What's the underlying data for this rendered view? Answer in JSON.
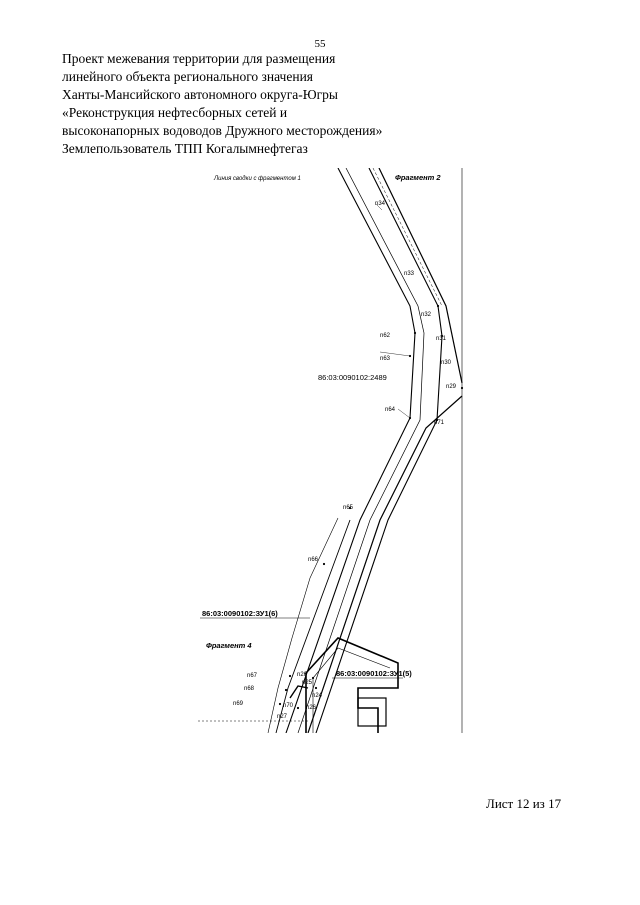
{
  "page_number": "55",
  "title_lines": [
    "Проект межевания территории для размещения",
    "линейного объекта регионального значения",
    "Ханты-Мансийского автономного округа-Югры",
    "«Реконструкция нефтесборных сетей и",
    "высоконапорных водоводов Дружного месторождения»",
    "Землепользователь ТПП Когалымнефтегаз"
  ],
  "map": {
    "junction_label": "Линия сводки с фрагментом 1",
    "fragment_2": "Фрагмент 2",
    "fragment_4": "Фрагмент 4",
    "parcel_main": "86:03:0090102:2489",
    "parcel_zu6": "86:03:0090102:ЗУ1(6)",
    "parcel_zu5": "86:03:0090102:ЗУ1(5)",
    "points": {
      "n34": "n34",
      "n33": "n33",
      "n32": "n32",
      "n31": "n31",
      "n30": "n30",
      "n29": "n29",
      "n71": "n71",
      "n62": "n62",
      "n63": "n63",
      "n64": "n64",
      "n65": "n65",
      "n66": "n66",
      "n67": "n67",
      "n68": "n68",
      "n69": "n69",
      "n70": "n70",
      "n26a": "n26",
      "n25": "n25",
      "n24": "n24",
      "n26b": "n26",
      "n27": "n27"
    }
  },
  "sheet_label": "Лист 12 из 17"
}
